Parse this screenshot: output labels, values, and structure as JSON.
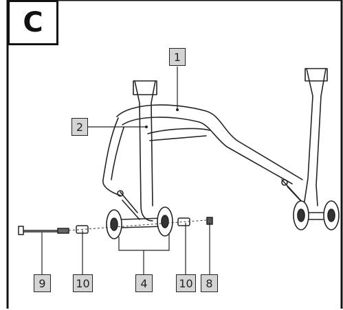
{
  "section": {
    "letter": "C"
  },
  "callouts": {
    "c1": "1",
    "c2": "2",
    "c9": "9",
    "c10a": "10",
    "c4": "4",
    "c10b": "10",
    "c8": "8"
  }
}
